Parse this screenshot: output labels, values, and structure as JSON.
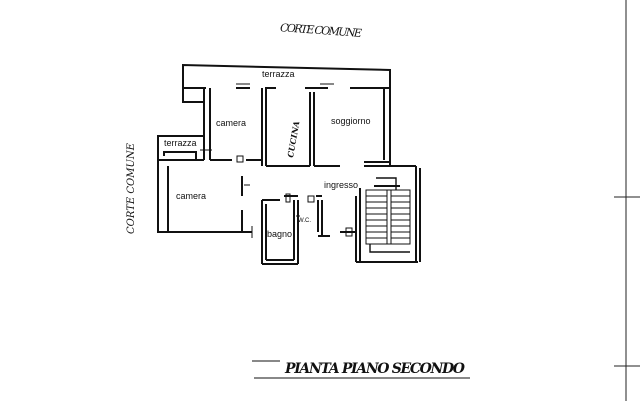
{
  "labels": {
    "corte_top": "CORTE COMUNE",
    "corte_side": "CORTE COMUNE",
    "terrazza_top": "terrazza",
    "terrazza_side": "terrazza",
    "camera_upper": "camera",
    "cucina": "CUCINA",
    "soggiorno": "soggiorno",
    "camera_lower": "camera",
    "ingresso": "ingresso",
    "bagno": "bagno",
    "wc": "W.C.",
    "title": "PIANTA PIANO SECONDO"
  }
}
